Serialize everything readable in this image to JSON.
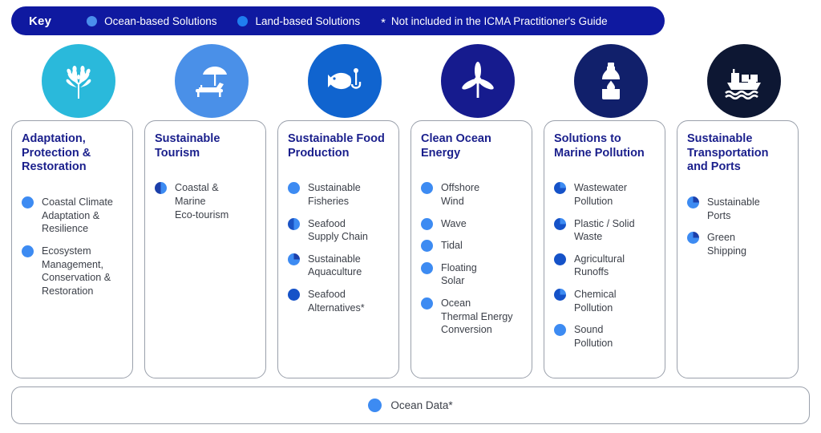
{
  "colors": {
    "key_bar_bg": "#0f19a0",
    "ocean_blue": "#3d8bf2",
    "land_blue": "#2f7ff0",
    "deep_blue": "#1560d0",
    "title_navy": "#1a1f8c",
    "body_text": "#3c4049",
    "card_border": "#9aa0ab"
  },
  "key": {
    "label": "Key",
    "entries": [
      {
        "label": "Ocean-based Solutions",
        "dot_color": "#4a8fec",
        "dot_name": "ocean-based-dot"
      },
      {
        "label": "Land-based Solutions",
        "dot_color": "#1f7ef0",
        "dot_name": "land-based-dot"
      }
    ],
    "note_symbol": "*",
    "note": "Not included in the ICMA Practitioner's Guide"
  },
  "columns": [
    {
      "id": "adaptation-protection-restoration",
      "title": "Adaptation,\nProtection &\nRestoration",
      "icon": {
        "name": "coral-icon",
        "bg": "#2ab9db"
      },
      "items": [
        {
          "label": "Coastal Climate\nAdaptation &\nResilience",
          "fill": "ocean",
          "color": "#3d8bf2"
        },
        {
          "label": "Ecosystem\nManagement,\nConservation &\nRestoration",
          "fill": "ocean",
          "color": "#3d8bf2"
        }
      ]
    },
    {
      "id": "sustainable-tourism",
      "title": "Sustainable\nTourism",
      "icon": {
        "name": "beach-chair-umbrella-icon",
        "bg": "#4a90e8"
      },
      "items": [
        {
          "label": "Coastal &\nMarine\nEco-tourism",
          "fill": "half",
          "color": "#3d8bf2",
          "accent": "#1b3faa"
        }
      ]
    },
    {
      "id": "sustainable-food-production",
      "title": "Sustainable Food\nProduction",
      "icon": {
        "name": "fish-hook-icon",
        "bg": "#1064cf"
      },
      "items": [
        {
          "label": "Sustainable\nFisheries",
          "fill": "ocean",
          "color": "#3d8bf2"
        },
        {
          "label": "Seafood\nSupply Chain",
          "fill": "half",
          "color": "#3d8bf2",
          "accent": "#1b53c4"
        },
        {
          "label": "Sustainable\nAquaculture",
          "fill": "quarter",
          "color": "#3d8bf2",
          "accent": "#1b3faa"
        },
        {
          "label": "Seafood\nAlternatives*",
          "fill": "deep",
          "color": "#1552c8"
        }
      ]
    },
    {
      "id": "clean-ocean-energy",
      "title": "Clean Ocean\nEnergy",
      "icon": {
        "name": "wind-turbine-icon",
        "bg": "#161b8e"
      },
      "items": [
        {
          "label": "Offshore\nWind",
          "fill": "ocean",
          "color": "#3d8bf2"
        },
        {
          "label": "Wave",
          "fill": "ocean",
          "color": "#3d8bf2"
        },
        {
          "label": "Tidal",
          "fill": "ocean",
          "color": "#3d8bf2"
        },
        {
          "label": "Floating\nSolar",
          "fill": "ocean",
          "color": "#3d8bf2"
        },
        {
          "label": "Ocean\nThermal Energy\nConversion",
          "fill": "ocean",
          "color": "#3d8bf2"
        }
      ]
    },
    {
      "id": "solutions-to-marine-pollution",
      "title": "Solutions to\nMarine Pollution",
      "icon": {
        "name": "plastic-bottle-icon",
        "bg": "#11206b"
      },
      "items": [
        {
          "label": "Wastewater\nPollution",
          "fill": "quarter",
          "color": "#1552c8",
          "accent": "#3d8bf2"
        },
        {
          "label": "Plastic / Solid\nWaste",
          "fill": "quarter",
          "color": "#1552c8",
          "accent": "#3d8bf2"
        },
        {
          "label": "Agricultural\nRunoffs",
          "fill": "deep",
          "color": "#1552c8"
        },
        {
          "label": "Chemical\nPollution",
          "fill": "quarter",
          "color": "#1552c8",
          "accent": "#3d8bf2"
        },
        {
          "label": "Sound\nPollution",
          "fill": "ocean",
          "color": "#3d8bf2"
        }
      ]
    },
    {
      "id": "sustainable-transportation-and-ports",
      "title": "Sustainable\nTransportation\nand Ports",
      "icon": {
        "name": "cargo-ship-icon",
        "bg": "#0d1733"
      },
      "items": [
        {
          "label": "Sustainable\nPorts",
          "fill": "quarter",
          "color": "#3d8bf2",
          "accent": "#1b3faa"
        },
        {
          "label": "Green\nShipping",
          "fill": "quarter",
          "color": "#3d8bf2",
          "accent": "#1b3faa"
        }
      ]
    }
  ],
  "footer": {
    "label": "Ocean Data*",
    "dot_color": "#3d8bf2"
  }
}
